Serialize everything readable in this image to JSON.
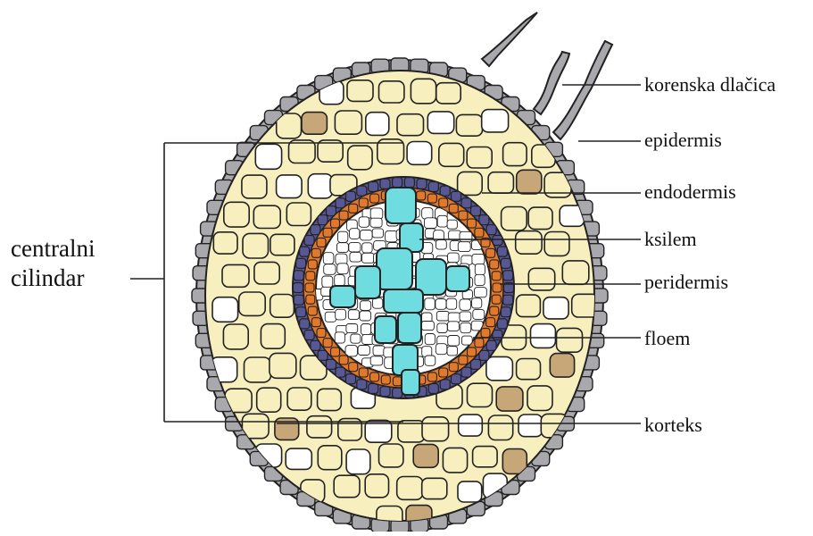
{
  "diagram": {
    "labels": {
      "korenska_dlacica": "korenska dlačica",
      "epidermis": "epidermis",
      "endodermis": "endodermis",
      "ksilem": "ksilem",
      "peridermis": "peridermis",
      "floem": "floem",
      "korteks": "korteks",
      "centralni_cilindar_line1": "centralni",
      "centralni_cilindar_line2": "cilindar"
    },
    "colors": {
      "epidermis": "#a9a9ad",
      "cortex_cell": "#f8efbf",
      "cortex_cell_shaded": "#c7a677",
      "white_cell": "#ffffff",
      "endodermis": "#575893",
      "pericycle": "#e2792a",
      "xylem": "#6fdde0",
      "outline": "#222222"
    }
  }
}
